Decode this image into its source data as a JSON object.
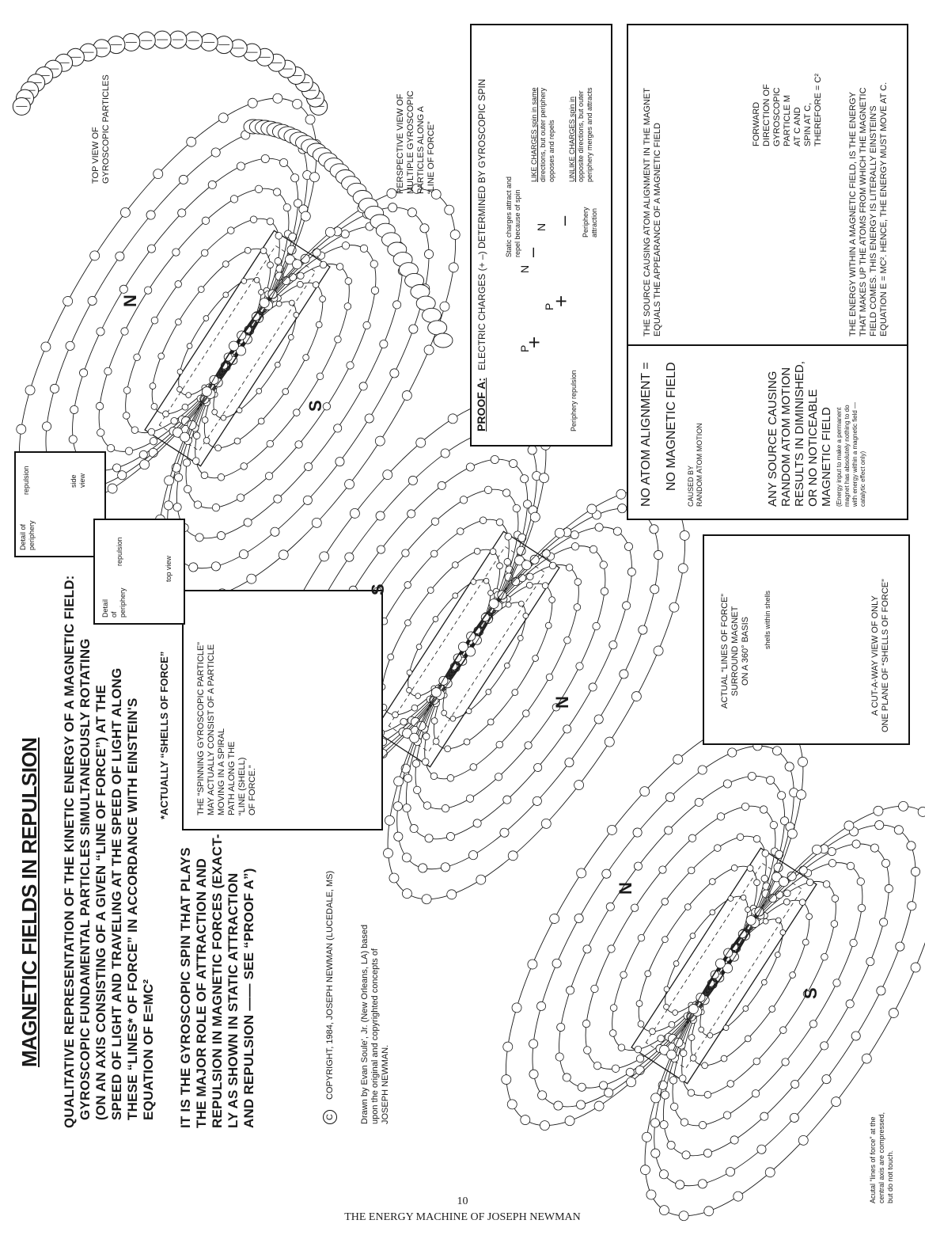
{
  "title": "MAGNETIC FIELDS IN REPULSION",
  "intro_lines": [
    "QUALITATIVE REPRESENTATION OF THE KINETIC ENERGY OF A MAGNETIC FIELD:",
    "GYROSCOPIC FUNDAMENTAL PARTICLES SIMULTANEOUSLY ROTATING",
    "(ON AN AXIS CONSISTING OF A GIVEN “LINE OF FORCE”) AT THE",
    "SPEED OF LIGHT AND TRAVELING AT THE SPEED OF LIGHT ALONG",
    "THESE “LINES* OF FORCE” IN ACCORDANCE WITH EINSTEIN'S",
    "EQUATION OF E=MC²"
  ],
  "footnote": "*ACTUALLY “SHELLS OF FORCE”",
  "gyro_lines": [
    "IT IS THE GYROSCOPIC SPIN THAT PLAYS",
    "THE MAJOR ROLE OF ATTRACTION AND",
    "REPULSION IN MAGNETIC FORCES (EXACT-",
    "LY AS SHOWN IN STATIC ATTRACTION",
    "AND REPULSION —— SEE “PROOF A”)"
  ],
  "copyright": "COPYRIGHT, 1984, JOSEPH NEWMAN (LUCEDALE, MS)",
  "copyright_symbol": "C",
  "credit_lines": [
    "Drawn by Evan Soule', Jr. (New Orleans, LA) based",
    "upon the original and copyrighted concepts of",
    "JOSEPH NEWMAN."
  ],
  "top_view_label": [
    "TOP VIEW OF",
    "GYROSCOPIC PARTICLES"
  ],
  "perspective_label": [
    "PERSPECTIVE VIEW OF",
    "MULTIPLE GYROSCOPIC",
    "PARTICLES ALONG A",
    "“LINE OF FORCE”"
  ],
  "proof_a": {
    "heading": "PROOF A:",
    "subheading": "ELECTRIC CHARGES (+  –) DETERMINED BY GYROSCOPIC SPIN",
    "static": [
      "Static charges attract and",
      "repel because of spin"
    ],
    "like": [
      "LIKE CHARGES spin in same",
      "directions, but outer periphery",
      "opposes and repels"
    ],
    "unlike": [
      "UNLIKE CHARGES spin in",
      "opposite directions, but outer",
      "periphery merges and attracts"
    ],
    "repulsion": "Periphery repulsion",
    "attraction": [
      "Periphery",
      "attraction"
    ],
    "p": "P",
    "n": "N",
    "plus": "+",
    "minus": "–"
  },
  "source_box": {
    "lines": [
      "THE SOURCE CAUSING ATOM ALIGNMENT IN THE MAGNET",
      "EQUALS THE APPEARANCE OF A MAGNETIC FIELD"
    ],
    "forward": [
      "FORWARD",
      "DIRECTION OF",
      "GYROSCOPIC",
      "PARTICLE M",
      "AT C AND",
      "SPIN AT C,",
      "THEREFORE = C²"
    ],
    "energy": [
      "THE ENERGY WITHIN A MAGNETIC FIELD, IS THE ENERGY",
      "THAT MAKES UP THE ATOMS FROM WHICH THE MAGNETIC",
      "FIELD COMES. THIS ENERGY IS LITERALLY EINSTEIN'S",
      "EQUATION E = MC². HENCE, THE ENERGY MUST MOVE AT C."
    ]
  },
  "no_atom": {
    "line1": "NO ATOM ALIGNMENT  =",
    "line2": "NO MAGNETIC FIELD",
    "caused": [
      "CAUSED BY",
      "RANDOM ATOM MOTION"
    ],
    "any": [
      "ANY SOURCE CAUSING",
      "RANDOM ATOM MOTION",
      "RESULTS IN DIMINISHED,",
      "OR NO NOTICEABLE",
      "MAGNETIC FIELD"
    ],
    "note": [
      "(Energy input to make a permanent",
      "magnet has absolutely nothing to do",
      "with energy within a magnetic field —",
      "catalytic effect only)"
    ]
  },
  "shells_box": {
    "lines": [
      "ACTUAL “LINES OF FORCE”",
      "SURROUND MAGNET",
      "ON A 360° BASIS"
    ],
    "shells": "shells within shells",
    "cutaway": [
      "A CUT-A-WAY VIEW OF ONLY",
      "ONE PLANE OF “SHELLS OF FORCE”"
    ]
  },
  "spiral_box": [
    "THE “SPINNING GYROSCOPIC PARTICLE”",
    "MAY ACTUALLY CONSIST OF A PARTICLE",
    "MOVING IN A SPIRAL",
    "PATH ALONG THE",
    "“LINE (SHELL)",
    "OF FORCE.”"
  ],
  "detail_side": [
    "Detail of",
    "periphery",
    "repulsion",
    "side",
    "view"
  ],
  "detail_top": [
    "Detail",
    "of",
    "periphery",
    "repulsion",
    "top view"
  ],
  "bottom_note": [
    "Acutal “lines of force” at the",
    "central axis are compressed,",
    "but do not touch."
  ],
  "poles": {
    "n": "N",
    "s": "S"
  },
  "page_number": "10",
  "book_title": "THE ENERGY MACHINE OF JOSEPH NEWMAN",
  "colors": {
    "ink": "#1a1a1a",
    "paper": "#ffffff"
  }
}
